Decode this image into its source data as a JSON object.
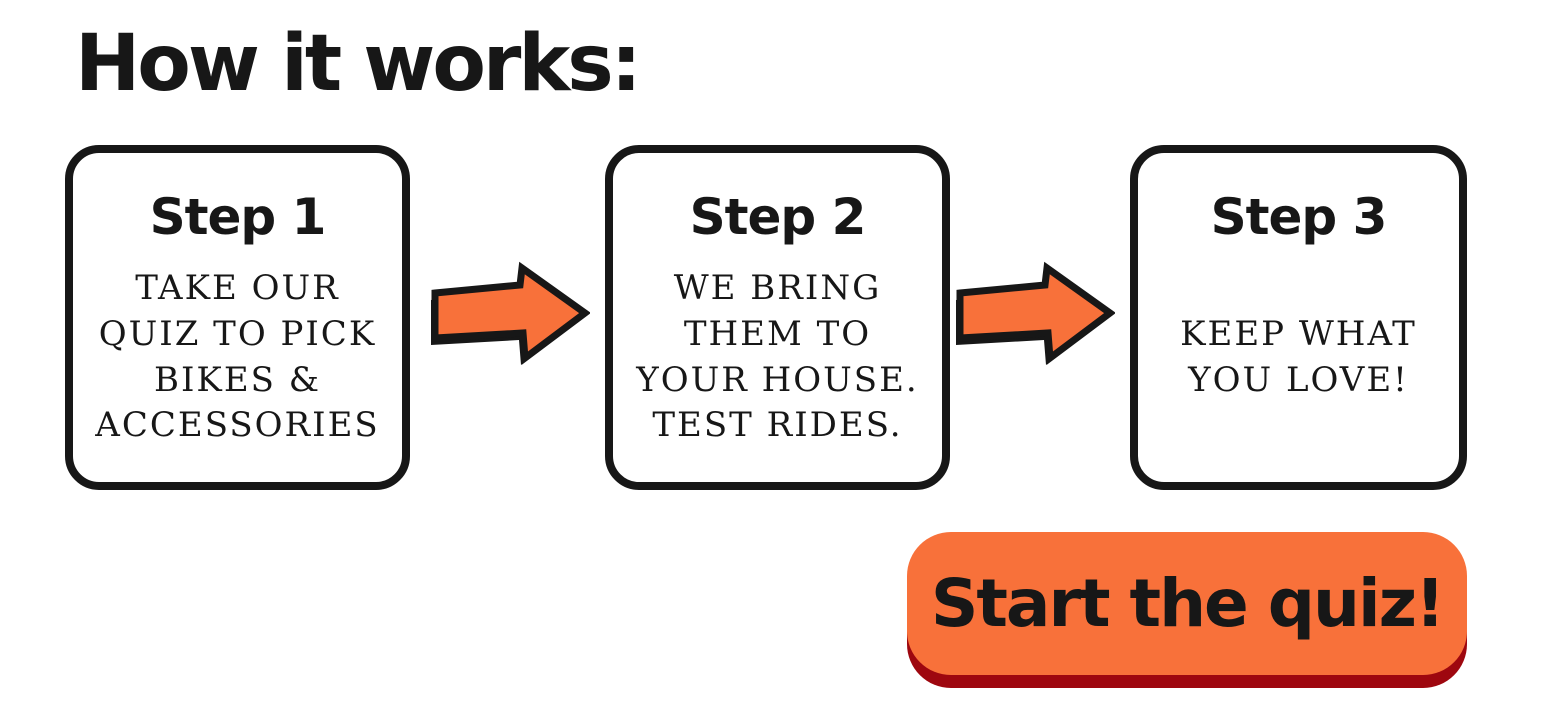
{
  "header": {
    "title": "How it works:"
  },
  "steps": [
    {
      "label": "Step 1",
      "description": "TAKE OUR\nQUIZ TO PICK\nBIKES &\nACCESSORIES"
    },
    {
      "label": "Step 2",
      "description": "WE BRING\nTHEM TO\nYOUR HOUSE.\nTEST RIDES."
    },
    {
      "label": "Step 3",
      "description": "KEEP WHAT\nYOU LOVE!"
    }
  ],
  "arrows": [
    {
      "icon": "arrow-right-icon"
    },
    {
      "icon": "arrow-right-icon"
    }
  ],
  "cta": {
    "label": "Start the quiz!"
  },
  "colors": {
    "accent_orange": "#F8713A",
    "shadow_red": "#9E070F",
    "ink_black": "#171717",
    "background": "#FFFFFF"
  }
}
